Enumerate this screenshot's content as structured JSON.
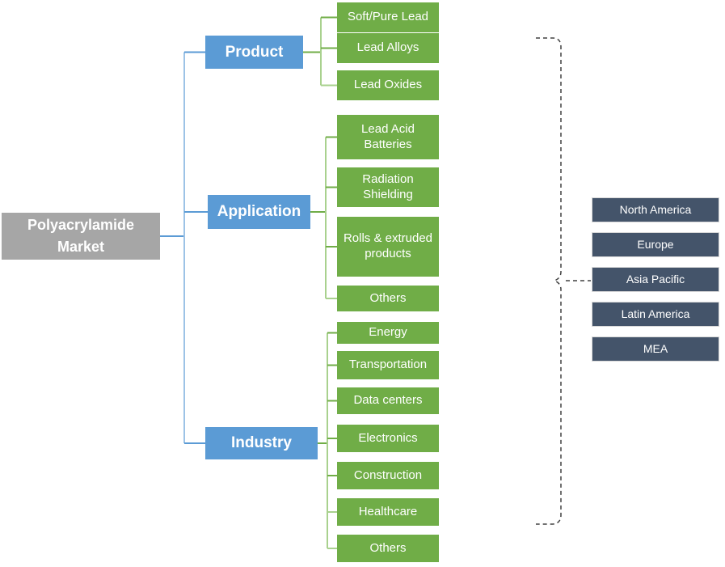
{
  "root_label": "Polyacrylamide Market",
  "branches": [
    {
      "label": "Product",
      "children": [
        "Soft/Pure Lead",
        "Lead Alloys",
        "Lead Oxides"
      ]
    },
    {
      "label": "Application",
      "children": [
        "Lead Acid Batteries",
        "Radiation Shielding",
        "Rolls & extruded products",
        "Others"
      ]
    },
    {
      "label": "Industry",
      "children": [
        "Energy",
        "Transportation",
        "Data centers",
        "Electronics",
        "Construction",
        "Healthcare",
        "Others"
      ]
    }
  ],
  "regions": [
    "North America",
    "Europe",
    "Asia Pacific",
    "Latin America",
    "MEA"
  ],
  "colors": {
    "root_box": "#a6a6a6",
    "branch_box": "#5b9bd5",
    "segment_box": "#70ad47",
    "region_box": "#44546a",
    "connector_blue_light": "#9dc3e6",
    "connector_blue_dark": "#5b9bd5",
    "connector_green_light": "#a9d18e",
    "connector_green_dark": "#70ad47",
    "brace_dashed": "#404040",
    "text": "#ffffff"
  }
}
